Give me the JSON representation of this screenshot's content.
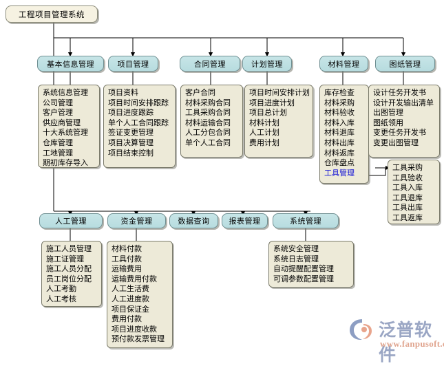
{
  "root": {
    "label": "工程项目管理系统"
  },
  "row1": [
    {
      "header": "基本信息管理",
      "items": [
        "系统信息管理",
        "公司管理",
        "客户管理",
        "供应商管理",
        "十大系统管理",
        "仓库管理",
        "工地管理",
        "期初库存导入"
      ]
    },
    {
      "header": "项目管理",
      "items": [
        "项目资料",
        "项目时间安排跟踪",
        "项目进度跟踪",
        "单个人工合同跟踪",
        "签证变更管理",
        "项目决算管理",
        "项目结束控制"
      ]
    },
    {
      "header": "合同管理",
      "items": [
        "客户合同",
        "材料采购合同",
        "工具采购合同",
        "材料运输合同",
        "人工分包合同",
        "单个人工合同"
      ]
    },
    {
      "header": "计划管理",
      "items": [
        "项目时间安排计划",
        "项目进度计划",
        "项目总计划",
        "材料计划",
        "人工计划",
        "费用计划"
      ]
    },
    {
      "header": "材料管理",
      "items": [
        "库存检查",
        "材料采购",
        "材料验收",
        "材料入库",
        "材料退库",
        "材料出库",
        "材料返库",
        "仓库盘点",
        "工具管理"
      ],
      "link_item": "工具管理"
    },
    {
      "header": "图纸管理",
      "items": [
        "设计任务开发书",
        "设计开发输出清单",
        "出图管理",
        "图纸领用",
        "变更任务开发书",
        "变更出图管理"
      ]
    }
  ],
  "tool_panel": {
    "items": [
      "工具采购",
      "工具验收",
      "工具入库",
      "工具退库",
      "工具出库",
      "工具返库"
    ]
  },
  "row2": [
    {
      "header": "人工管理",
      "items": [
        "施工人员管理",
        "施工证管理",
        "施工人员分配",
        "员工岗位分配",
        "人工考勤",
        "人工考核"
      ]
    },
    {
      "header": "资金管理",
      "items": [
        "材料付款",
        "工具付款",
        "运输费用",
        "运输费用付款",
        "人工生活费",
        "人工进度款",
        "项目保证金",
        "费用付款",
        "项目进度收款",
        "预付款发票管理"
      ]
    },
    {
      "header": "数据查询",
      "items": []
    },
    {
      "header": "报表管理",
      "items": []
    },
    {
      "header": "系统管理",
      "items": [
        "系统安全管理",
        "系统日志管理",
        "自动提醒配置管理",
        "可调参数配置管理"
      ]
    }
  ],
  "logo": {
    "name": "泛普软件",
    "url": "www.fanpusoft.com"
  },
  "colors": {
    "header_fill": "#bfe0e3",
    "panel_fill": "#edead8",
    "root_fill": "#f6f2e2",
    "link_text": "#1414d6",
    "line": "#000000",
    "logo_text": "#9aa6c4",
    "logo_url": "#e0a58f"
  }
}
